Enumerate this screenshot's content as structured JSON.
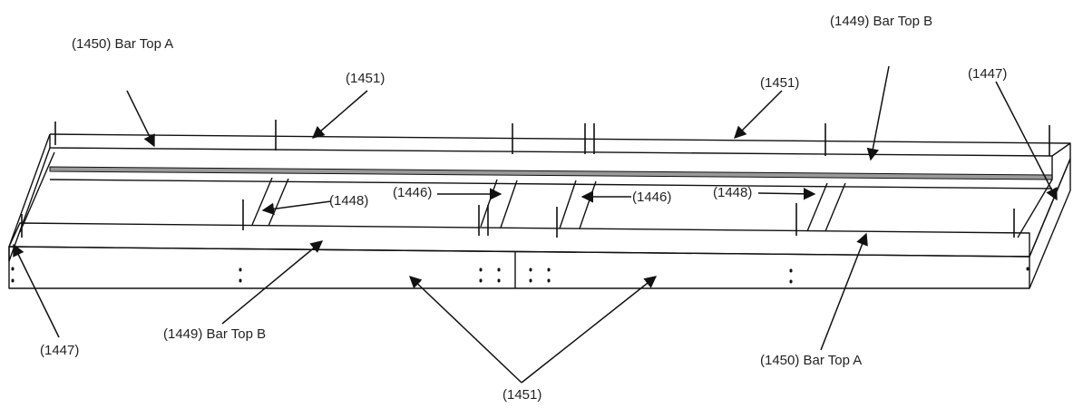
{
  "colors": {
    "line": "#111111",
    "shade": "#999999",
    "text": "#222222"
  },
  "labels": {
    "bar_top_a_left": "(1450) Bar Top A",
    "bar_top_b_right": "(1449) Bar Top B",
    "p1451_top_left": "(1451)",
    "p1451_top_right": "(1451)",
    "p1447_right": "(1447)",
    "p1448_left": "(1448)",
    "p1446_left": "(1446)",
    "p1446_right": "(1446)",
    "p1448_right": "(1448)",
    "p1447_left": "(1447)",
    "bar_top_b_left": "(1449) Bar Top B",
    "bar_top_a_right": "(1450) Bar Top A",
    "p1451_bottom": "(1451)"
  }
}
